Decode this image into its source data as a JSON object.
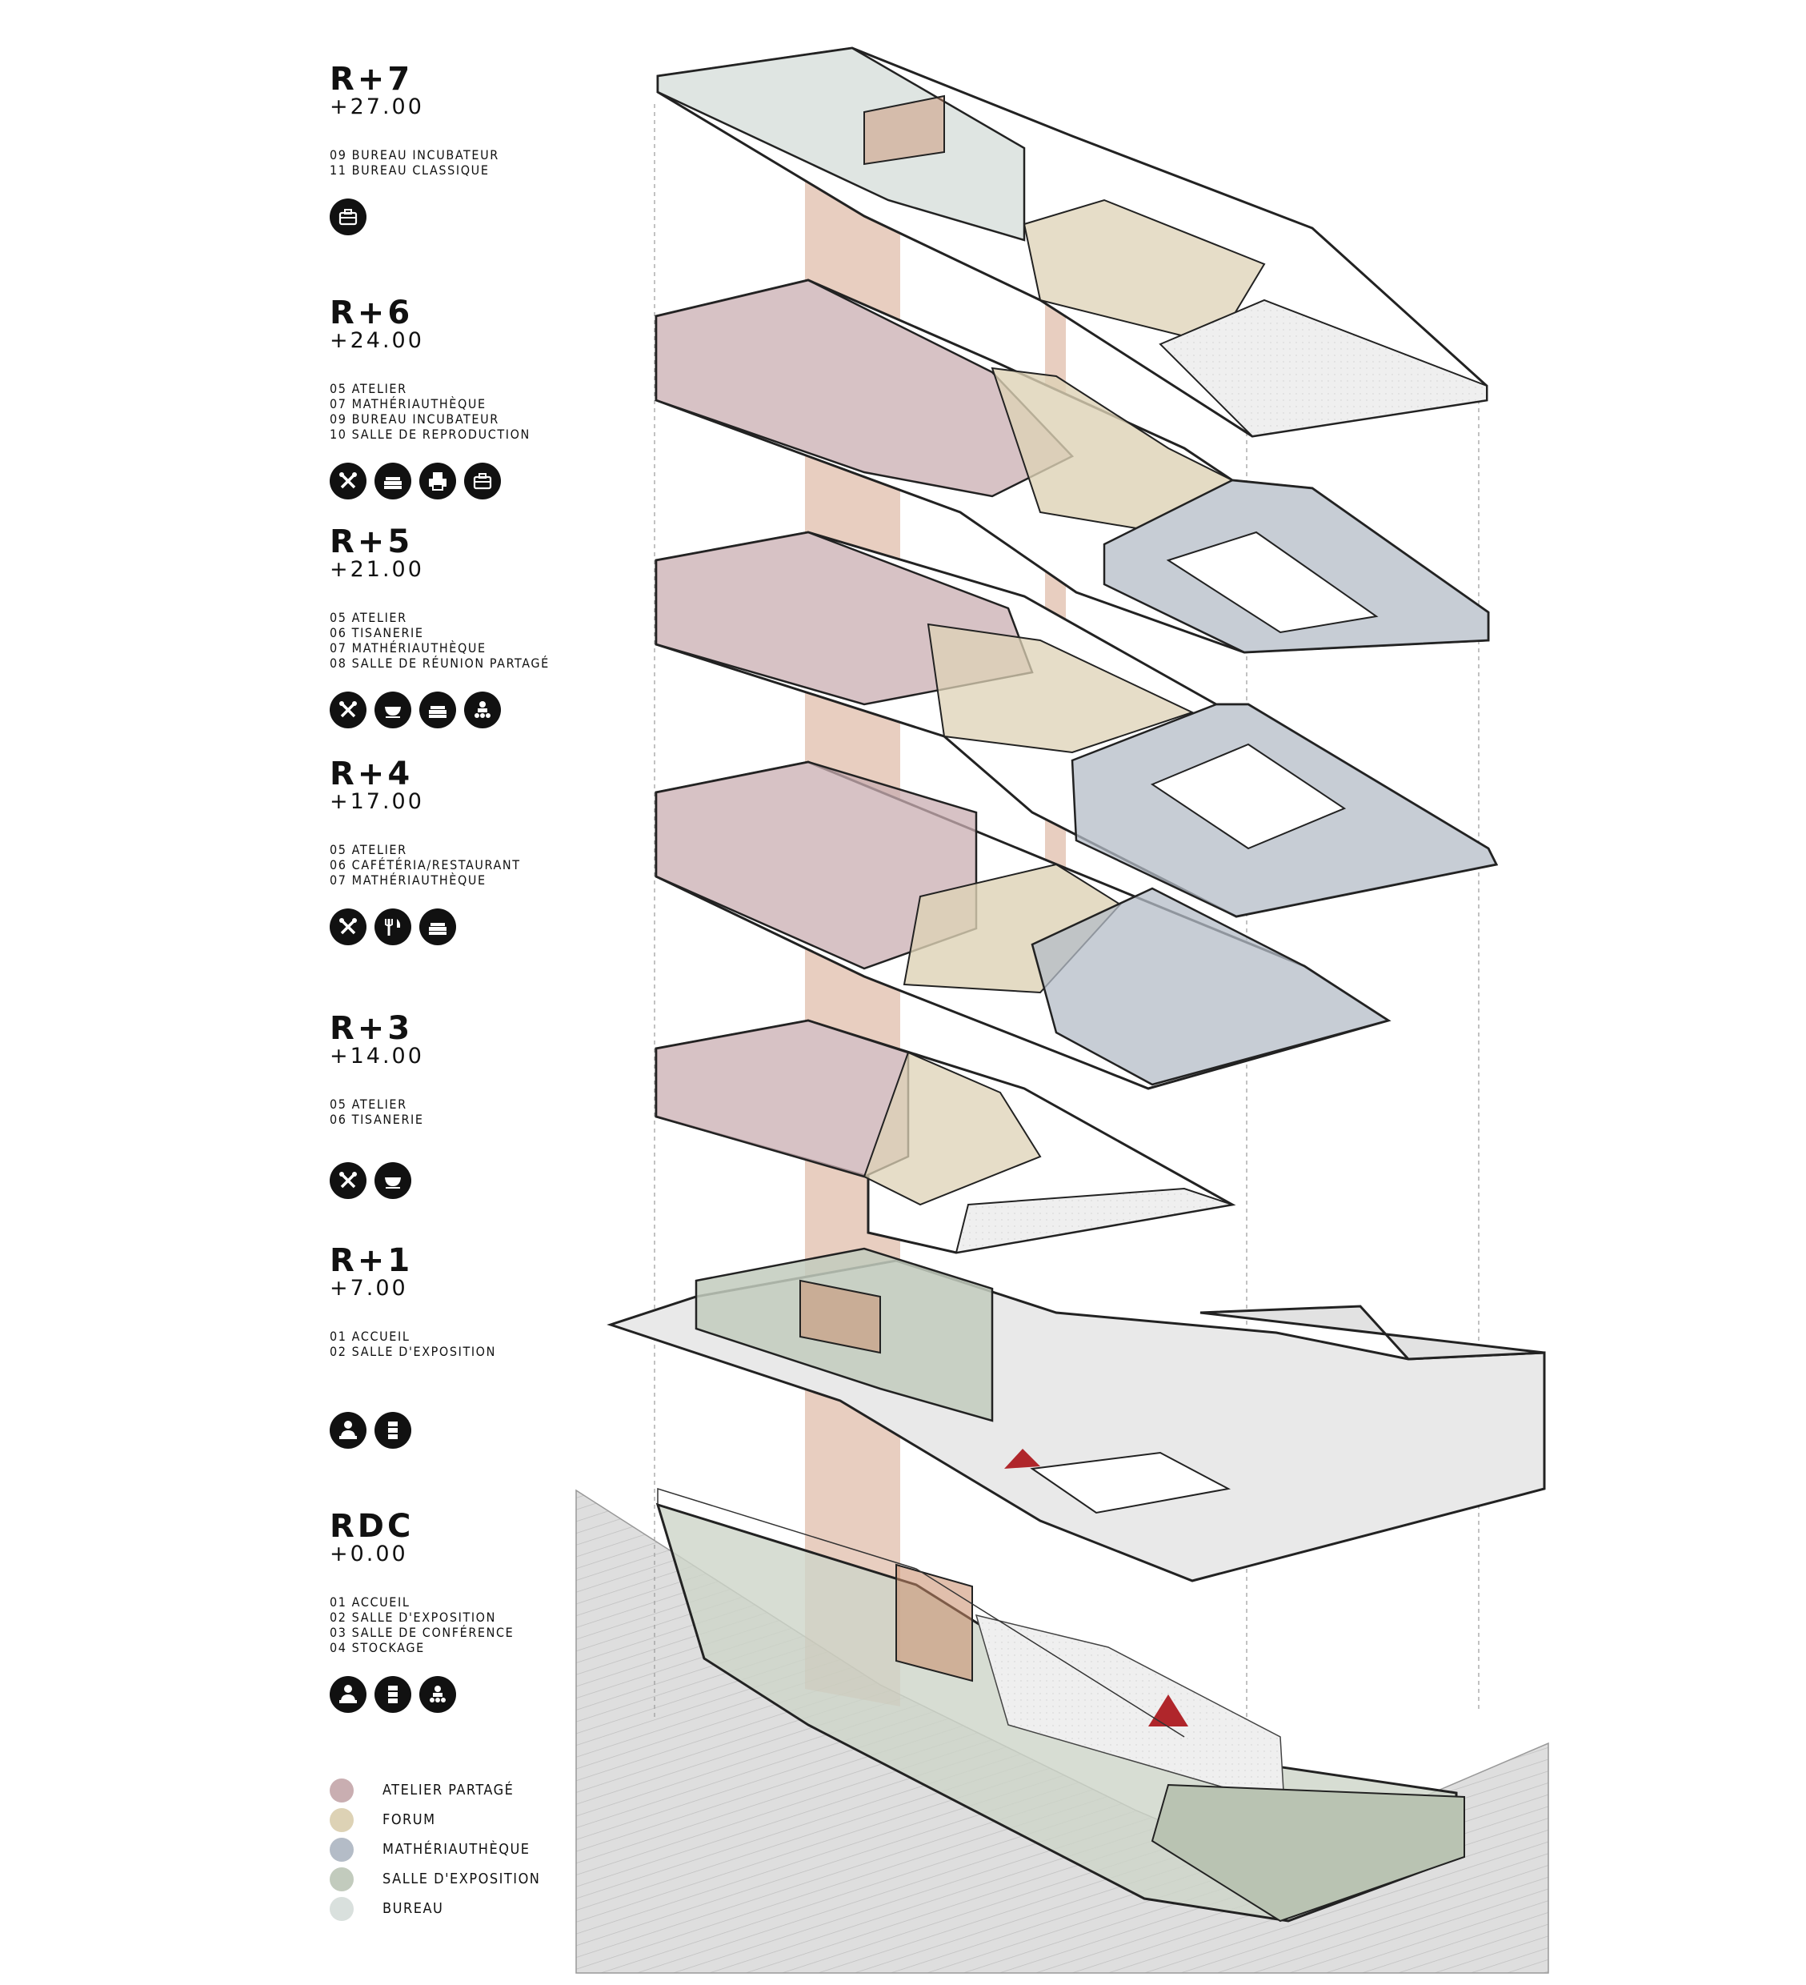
{
  "levels": [
    {
      "code": "R+7",
      "elevation": "+27.00",
      "program": [
        "09 BUREAU INCUBATEUR",
        "11 BUREAU CLASSIQUE"
      ],
      "icons": [
        "briefcase-icon"
      ]
    },
    {
      "code": "R+6",
      "elevation": "+24.00",
      "program": [
        "05 ATELIER",
        "07 MATHÉRIAUTHÈQUE",
        "09 BUREAU INCUBATEUR",
        "10 SALLE DE REPRODUCTION"
      ],
      "icons": [
        "tools-icon",
        "books-icon",
        "printer-icon",
        "briefcase-icon"
      ]
    },
    {
      "code": "R+5",
      "elevation": "+21.00",
      "program": [
        "05 ATELIER",
        "06 TISANERIE",
        "07 MATHÉRIAUTHÈQUE",
        "08 SALLE DE RÉUNION PARTAGÉ"
      ],
      "icons": [
        "tools-icon",
        "cup-icon",
        "books-icon",
        "meeting-icon"
      ]
    },
    {
      "code": "R+4",
      "elevation": "+17.00",
      "program": [
        "05 ATELIER",
        "06 CAFÉTÉRIA/RESTAURANT",
        "07 MATHÉRIAUTHÈQUE"
      ],
      "icons": [
        "tools-icon",
        "cutlery-icon",
        "books-icon"
      ]
    },
    {
      "code": "R+3",
      "elevation": "+14.00",
      "program": [
        "05 ATELIER",
        "06 TISANERIE"
      ],
      "icons": [
        "tools-icon",
        "cup-icon"
      ]
    },
    {
      "code": "R+1",
      "elevation": "+7.00",
      "program": [
        "01 ACCUEIL",
        "02 SALLE D'EXPOSITION"
      ],
      "icons": [
        "reception-icon",
        "exhibition-icon"
      ]
    },
    {
      "code": "RDC",
      "elevation": "+0.00",
      "program": [
        "01 ACCUEIL",
        "02 SALLE D'EXPOSITION",
        "03 SALLE DE CONFÉRENCE",
        "04 STOCKAGE"
      ],
      "icons": [
        "reception-icon",
        "exhibition-icon",
        "meeting-icon"
      ]
    }
  ],
  "legend": [
    {
      "label": "ATELIER PARTAGÉ",
      "color": "#c9aeb1"
    },
    {
      "label": "FORUM",
      "color": "#ddd2b5"
    },
    {
      "label": "MATHÉRIAUTHÈQUE",
      "color": "#b4bcc7"
    },
    {
      "label": "SALLE D'EXPOSITION",
      "color": "#c2cbbd"
    },
    {
      "label": "BUREAU",
      "color": "#d9e0dd"
    }
  ],
  "colors": {
    "atelier": "#c9aeb1",
    "forum": "#ddd2b5",
    "materiautheque": "#b4bcc7",
    "exposition": "#c2cbbd",
    "bureau": "#d9e0dd",
    "core": "#c98a68",
    "entrance": "#b0262b",
    "ground": "#dcdcdc"
  }
}
